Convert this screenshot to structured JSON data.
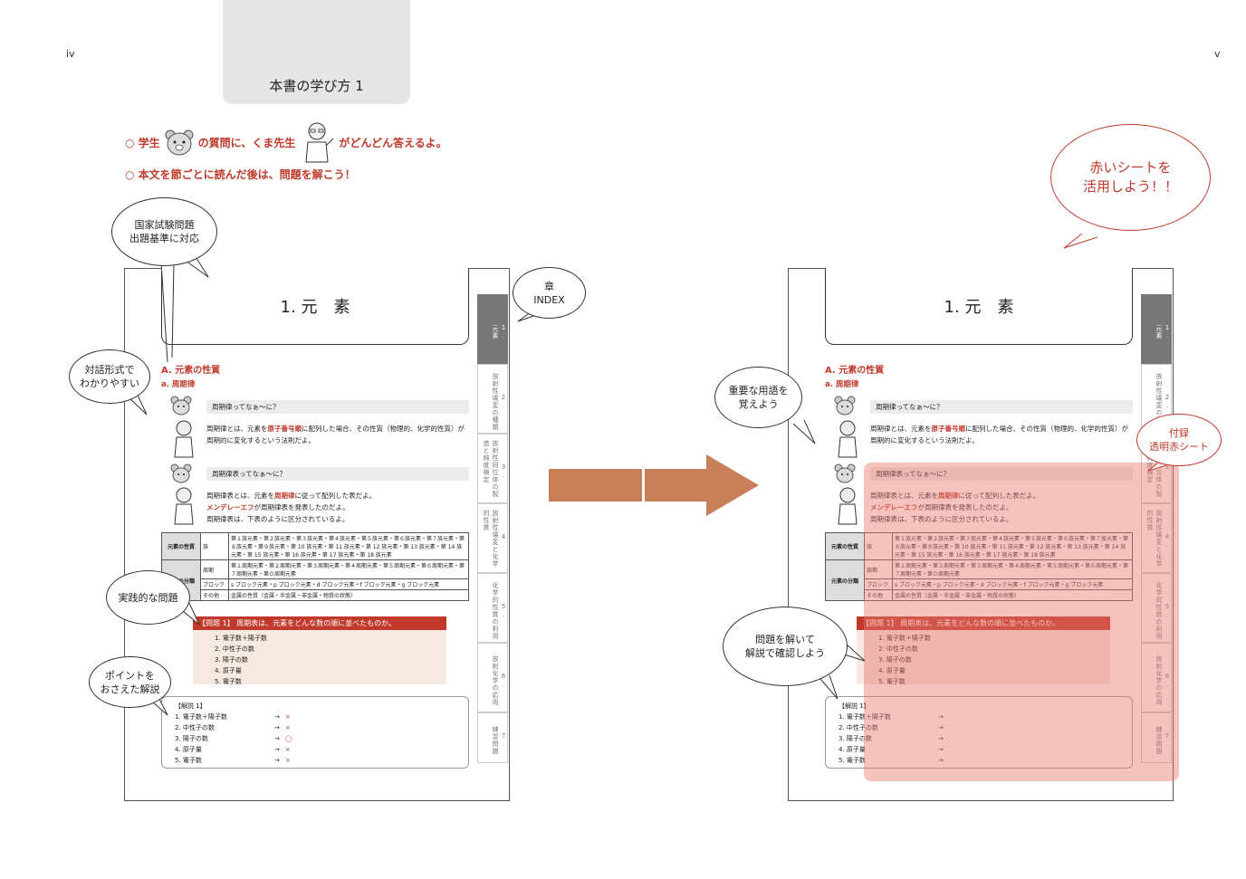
{
  "page_numbers": {
    "left": "iv",
    "right": "v"
  },
  "title": "本書の学び方 1",
  "intro": {
    "line1_a": "○ 学生",
    "line1_b": "の質問に、くま先生",
    "line1_c": "がどんどん答えるよ。",
    "line2": "○ 本文を節ごとに読んだ後は、問題を解こう！"
  },
  "bubbles": {
    "exam": "国家試験問題\n出題基準に対応",
    "chapter_index": "章\nINDEX",
    "dialog": "対話形式で\nわかりやすい",
    "practical": "実践的な問題",
    "point": "ポイントを\nおさえた解説",
    "red_sheet": "赤いシートを\n活用しよう！！",
    "terms": "重要な用語を\n覚えよう",
    "appendix": "付録\n透明赤シート",
    "solve": "問題を解いて\n解説で確認しよう"
  },
  "sample": {
    "chapter": "1. 元　素",
    "section": "A. 元素の性質",
    "subsection": "a. 周期律",
    "q1": "周期律ってなぁ〜に？",
    "a1_pre": "周期律とは、元素を",
    "a1_term": "原子番号順",
    "a1_post": "に配列した場合、その性質（物理的、化学的性質）が周期的に変化するという法則だよ。",
    "q2": "周期律表ってなぁ〜に？",
    "a2_l1_pre": "周期律表とは、元素を",
    "a2_l1_term": "周期律",
    "a2_l1_post": "に従って配列した表だよ。",
    "a2_l2_term": "メンデレーエフ",
    "a2_l2_post": "が周期律表を発表したのだよ。",
    "a2_l3": "周期律表は、下表のように区分されているよ。",
    "table": {
      "r1_head": "元素の性質",
      "r1_sub": "族",
      "r1_text": "第１族元素・第２族元素・第３族元素・第４族元素・第５族元素・第６族元素・第７族元素・第８族元素・第９族元素・第 10 族元素・第 11 族元素・第 12 族元素・第 13 族元素・第 14 族元素・第 15 族元素・第 16 族元素・第 17 族元素・第 18 族元素",
      "r2_head": "元素の分類",
      "r2_sub": "周期",
      "r2_text": "第１周期元素・第２周期元素・第３周期元素・第４周期元素・第５周期元素・第６周期元素・第７周期元素・第０周期元素",
      "r3_sub": "ブロック",
      "r3_text": "s ブロック元素・p ブロック元素・d ブロック元素・f ブロック元素・g ブロック元素",
      "r4_sub": "その他",
      "r4_text": "金属の性質（金属・半金属・非金属・物質の状態）"
    },
    "problem_title": "【問題 1】 周期表は、元素をどんな数の順に並べたものか。",
    "choices": [
      "1. 電子数＋陽子数",
      "2. 中性子の数",
      "3. 陽子の数",
      "4. 原子量",
      "5. 電子数"
    ],
    "solution_title": "【解説 1】",
    "solutions": [
      {
        "text": "1. 電子数＋陽子数",
        "arrow": "→",
        "mark": "×"
      },
      {
        "text": "2. 中性子の数",
        "arrow": "→",
        "mark": "×"
      },
      {
        "text": "3. 陽子の数",
        "arrow": "→",
        "mark": "◯"
      },
      {
        "text": "4. 原子量",
        "arrow": "→",
        "mark": "×"
      },
      {
        "text": "5. 電子数",
        "arrow": "→",
        "mark": "×"
      }
    ],
    "index_tabs": [
      {
        "num": "1.",
        "label": "元素"
      },
      {
        "num": "2.",
        "label": "放射性壊変の種類"
      },
      {
        "num": "3.",
        "label": "放射性同位体の製造と純度検定"
      },
      {
        "num": "4.",
        "label": "放射性壊変と化学的性質"
      },
      {
        "num": "5.",
        "label": "化学的性質の利用"
      },
      {
        "num": "6.",
        "label": "放射化学の応用"
      },
      {
        "num": "7.",
        "label": "練習問題"
      }
    ]
  },
  "colors": {
    "accent": "#c0392b",
    "arrow": "#c9805a",
    "overlay": "#e8786e"
  }
}
